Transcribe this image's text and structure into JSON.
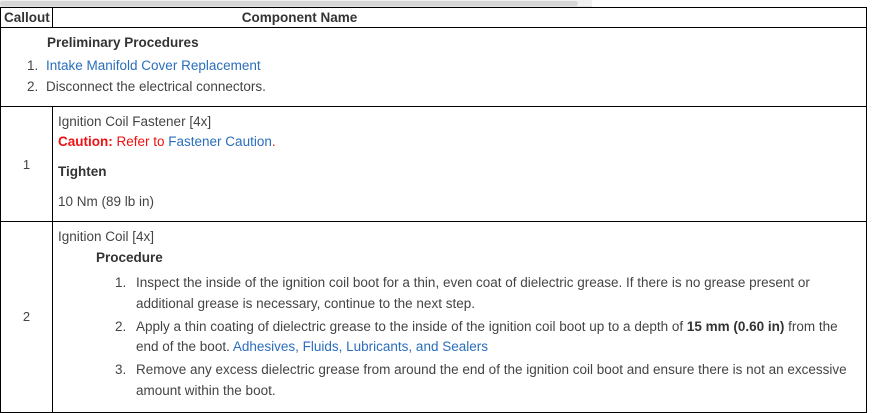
{
  "scrollbar": {
    "name": "horizontal-scrollbar"
  },
  "table": {
    "headers": {
      "callout": "Callout",
      "component_name": "Component Name"
    },
    "rows": [
      {
        "type": "merged",
        "callout": "",
        "subheading": "Preliminary Procedures",
        "list": [
          {
            "text": "Intake Manifold Cover Replacement",
            "link": true
          },
          {
            "text": "Disconnect the electrical connectors.",
            "link": false
          }
        ]
      },
      {
        "type": "callout",
        "callout": "1",
        "title": "Ignition Coil Fastener [4x]",
        "caution": {
          "label": "Caution:",
          "lead": " Refer to ",
          "link": "Fastener Caution",
          "tail": "."
        },
        "tighten_label": "Tighten",
        "torque": "10 Nm  (89 lb in)"
      },
      {
        "type": "callout",
        "callout": "2",
        "title": "Ignition Coil [4x]",
        "subheading": "Procedure",
        "steps": [
          {
            "pre": "Inspect the inside of the ignition coil boot for a thin, even coat of dielectric grease. If there is no grease present or additional grease is necessary, continue to the next step.",
            "bold": "",
            "post": "",
            "link": ""
          },
          {
            "pre": "Apply a thin coating of dielectric grease to the inside of the ignition coil boot up to a depth of ",
            "bold": "15 mm (0.60 in)",
            "post": " from the end of the boot. ",
            "link": "Adhesives, Fluids, Lubricants, and Sealers"
          },
          {
            "pre": "Remove any excess dielectric grease from around the end of the ignition coil boot and ensure there is not an excessive amount within the boot.",
            "bold": "",
            "post": "",
            "link": ""
          }
        ]
      }
    ]
  },
  "colors": {
    "link": "#2a6ebb",
    "caution": "#ee1111",
    "text": "#444444",
    "border": "#000000"
  }
}
